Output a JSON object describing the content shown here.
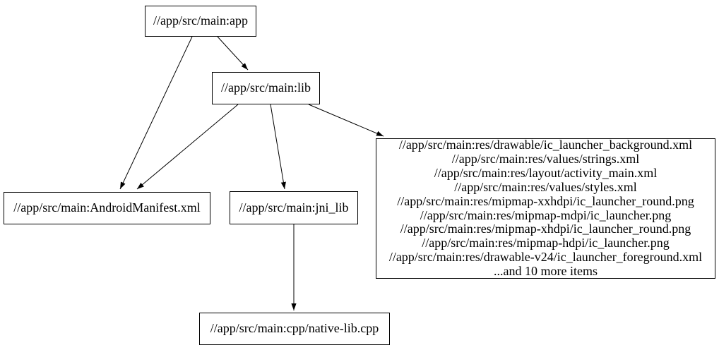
{
  "diagram": {
    "type": "dependency-graph",
    "background_color": "#ffffff",
    "node_border_color": "#000000",
    "edge_color": "#000000",
    "text_color": "#000000",
    "nodes": {
      "app": {
        "label": "//app/src/main:app"
      },
      "lib": {
        "label": "//app/src/main:lib"
      },
      "manifest": {
        "label": "//app/src/main:AndroidManifest.xml"
      },
      "jni_lib": {
        "label": "//app/src/main:jni_lib"
      },
      "res": {
        "lines": [
          "//app/src/main:res/drawable/ic_launcher_background.xml",
          "//app/src/main:res/values/strings.xml",
          "//app/src/main:res/layout/activity_main.xml",
          "//app/src/main:res/values/styles.xml",
          "//app/src/main:res/mipmap-xxhdpi/ic_launcher_round.png",
          "//app/src/main:res/mipmap-mdpi/ic_launcher.png",
          "//app/src/main:res/mipmap-xhdpi/ic_launcher_round.png",
          "//app/src/main:res/mipmap-hdpi/ic_launcher.png",
          "//app/src/main:res/drawable-v24/ic_launcher_foreground.xml",
          "...and 10 more items"
        ]
      },
      "native_lib": {
        "label": "//app/src/main:cpp/native-lib.cpp"
      }
    },
    "edges": [
      {
        "from": "//app/src/main:app",
        "to": "//app/src/main:AndroidManifest.xml"
      },
      {
        "from": "//app/src/main:app",
        "to": "//app/src/main:lib"
      },
      {
        "from": "//app/src/main:lib",
        "to": "//app/src/main:AndroidManifest.xml"
      },
      {
        "from": "//app/src/main:lib",
        "to": "//app/src/main:jni_lib"
      },
      {
        "from": "//app/src/main:lib",
        "to": "res-file-group"
      },
      {
        "from": "//app/src/main:jni_lib",
        "to": "//app/src/main:cpp/native-lib.cpp"
      }
    ]
  }
}
